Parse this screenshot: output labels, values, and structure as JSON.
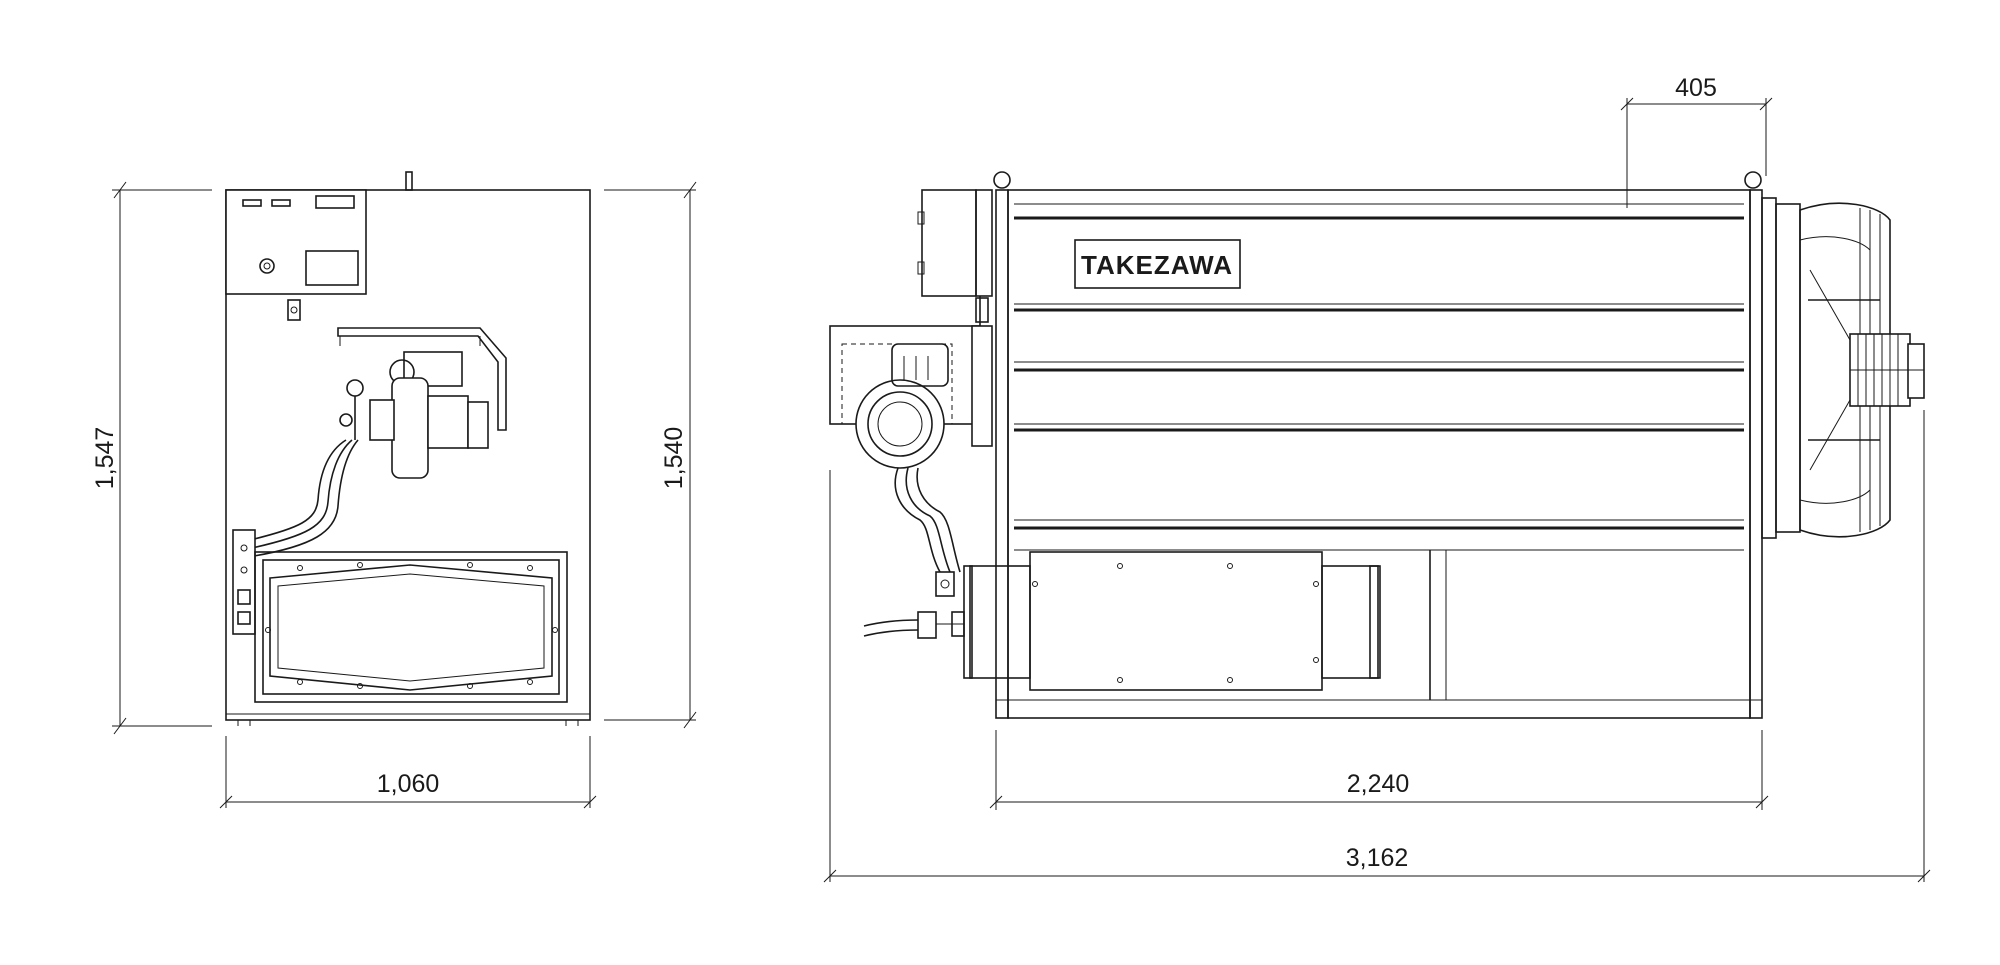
{
  "front_view": {
    "height_left_label": "1,547",
    "height_right_label": "1,540",
    "width_label": "1,060"
  },
  "side_view": {
    "brand_logo": "TAKEZAWA",
    "fan_offset_label": "405",
    "body_length_label": "2,240",
    "overall_length_label": "3,162"
  }
}
